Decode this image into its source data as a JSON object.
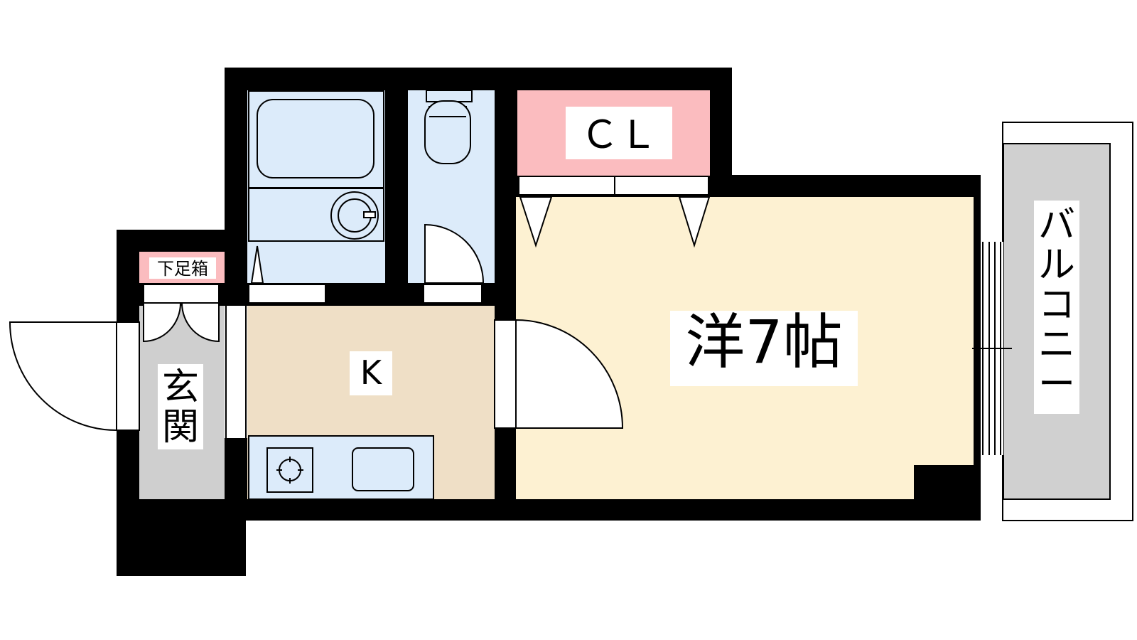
{
  "rooms": {
    "western": "洋7帖",
    "kitchen": "K",
    "closet": "ＣＬ",
    "entrance": "玄関",
    "shoe_box": "下足箱",
    "balcony": "バルコニー"
  },
  "colors": {
    "wall": "#000000",
    "western_floor": "#fdf1d2",
    "kitchen_floor": "#efdfc6",
    "wet_area": "#dcebfa",
    "closet": "#fbbcbf",
    "entrance_floor": "#cfcfcf",
    "balcony_floor": "#d0d0d0",
    "fixture_line": "#000000"
  }
}
